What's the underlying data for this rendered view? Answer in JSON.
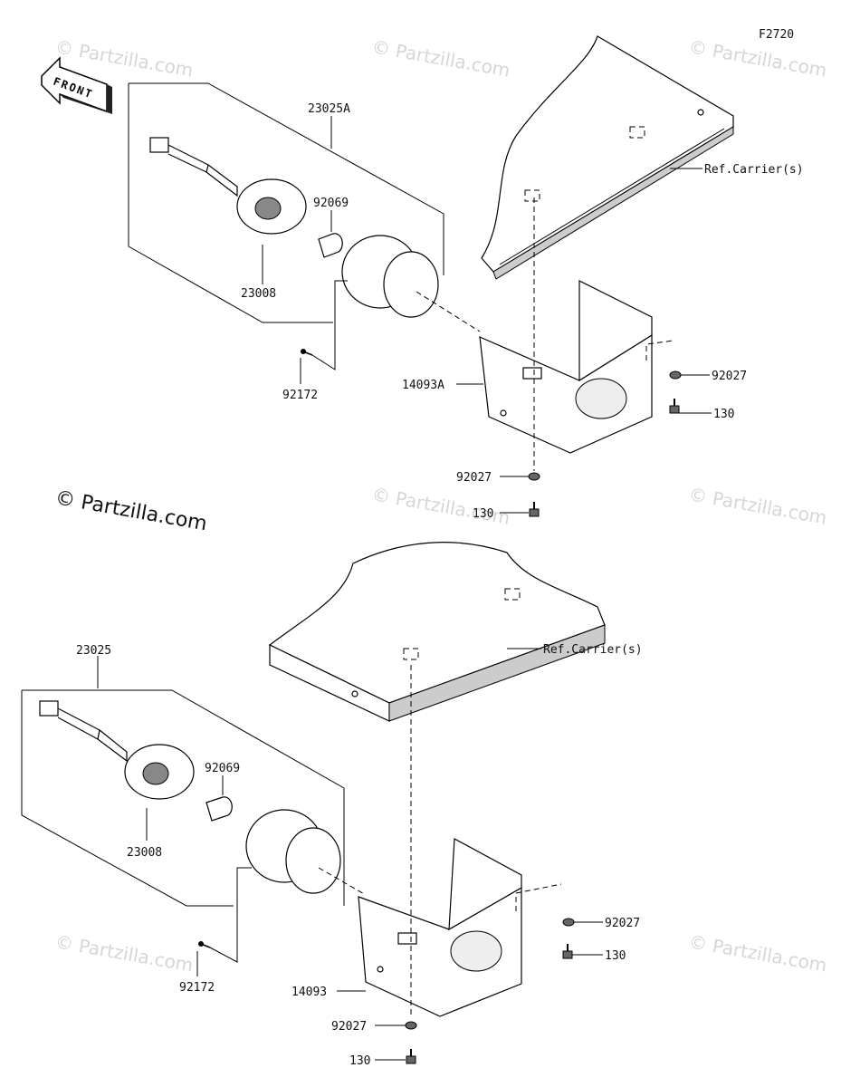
{
  "figure_code": "F2720",
  "front_label": "FRONT",
  "copyright_main": "© Partzilla.com",
  "watermark_text": "© Partzilla.com",
  "upper_assembly": {
    "assembly_number": "23025A",
    "socket": "23008",
    "bulb": "92069",
    "screw": "92172",
    "bracket": "14093A",
    "carrier_ref": "Ref.Carrier(s)",
    "washer_right": "92027",
    "bolt_right": "130",
    "washer_bottom": "92027",
    "bolt_bottom": "130"
  },
  "lower_assembly": {
    "assembly_number": "23025",
    "socket": "23008",
    "bulb": "92069",
    "screw": "92172",
    "bracket": "14093",
    "carrier_ref": "Ref.Carrier(s)",
    "washer_right": "92027",
    "bolt_right": "130",
    "washer_bottom": "92027",
    "bolt_bottom": "130"
  }
}
